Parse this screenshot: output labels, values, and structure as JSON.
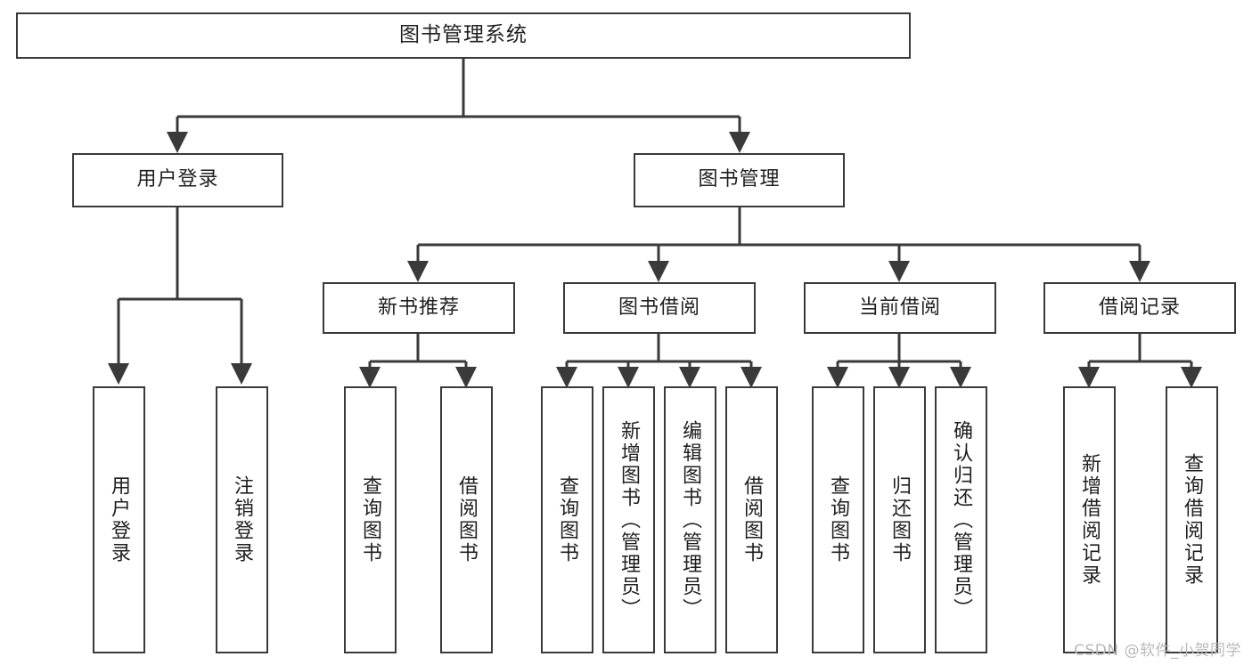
{
  "diagram": {
    "title": "图书管理系统",
    "type": "tree",
    "watermark": "CSDN @软件_小贺同学",
    "colors": {
      "box_border": "#3a3a3a",
      "box_fill": "#ffffff",
      "line": "#3a3a3a",
      "text": "#1f1f1f",
      "watermark": "#b9b9b9",
      "background": "#ffffff"
    },
    "root": {
      "label": "图书管理系统"
    },
    "level2": [
      {
        "id": "user-login",
        "label": "用户登录"
      },
      {
        "id": "book-manage",
        "label": "图书管理"
      }
    ],
    "level3": [
      {
        "id": "new-book-rec",
        "label": "新书推荐"
      },
      {
        "id": "book-borrow",
        "label": "图书借阅"
      },
      {
        "id": "current-borrow",
        "label": "当前借阅"
      },
      {
        "id": "borrow-record",
        "label": "借阅记录"
      }
    ],
    "leaves": {
      "user-login": [
        {
          "id": "leaf-user-login",
          "label": "用户登录"
        },
        {
          "id": "leaf-logout",
          "label": "注销登录"
        }
      ],
      "new-book-rec": [
        {
          "id": "leaf-query-book-1",
          "label": "查询图书"
        },
        {
          "id": "leaf-borrow-book-1",
          "label": "借阅图书"
        }
      ],
      "book-borrow": [
        {
          "id": "leaf-query-book-2",
          "label": "查询图书"
        },
        {
          "id": "leaf-add-book",
          "label": "新增图书（管理员）"
        },
        {
          "id": "leaf-edit-book",
          "label": "编辑图书（管理员）"
        },
        {
          "id": "leaf-borrow-book-2",
          "label": "借阅图书"
        }
      ],
      "current-borrow": [
        {
          "id": "leaf-query-book-3",
          "label": "查询图书"
        },
        {
          "id": "leaf-return-book",
          "label": "归还图书"
        },
        {
          "id": "leaf-confirm-return",
          "label": "确认归还（管理员）"
        }
      ],
      "borrow-record": [
        {
          "id": "leaf-add-record",
          "label": "新增借阅记录"
        },
        {
          "id": "leaf-query-record",
          "label": "查询借阅记录"
        }
      ]
    }
  }
}
